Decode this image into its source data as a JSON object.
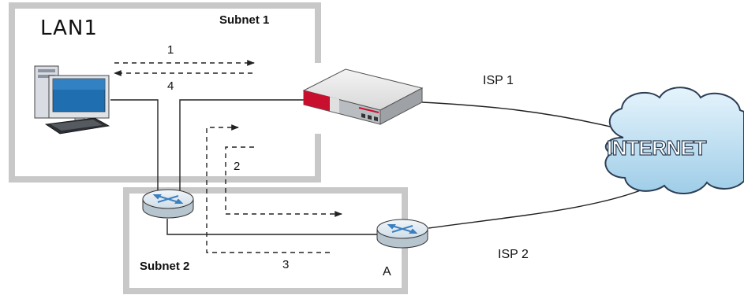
{
  "labels": {
    "lan1": "LAN1",
    "subnet1": "Subnet 1",
    "subnet2": "Subnet 2",
    "isp1": "ISP 1",
    "isp2": "ISP 2",
    "internet": "INTERNET",
    "router_a": "A"
  },
  "steps": [
    "1",
    "2",
    "3",
    "4"
  ],
  "colors": {
    "subnet_border": "#c8c8c8",
    "cloud_fill": "#c9e6f7",
    "cloud_stroke": "#2c3e55",
    "firewall_accent": "#c8102e",
    "line": "#222222"
  },
  "icons": [
    "pc-icon",
    "firewall-icon",
    "router-icon",
    "internet-cloud-icon"
  ]
}
